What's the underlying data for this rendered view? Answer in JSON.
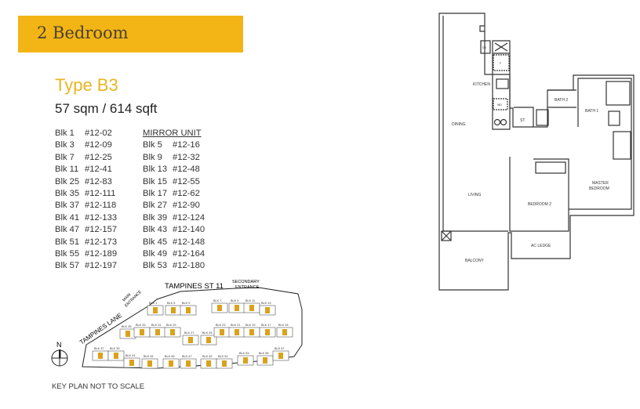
{
  "header": {
    "title": "2 Bedroom",
    "accent": "#f2b515"
  },
  "unit": {
    "type": "Type B3",
    "area": "57 sqm / 614 sqft"
  },
  "units": [
    {
      "blk": "Blk 1",
      "unit": "#12-02"
    },
    {
      "blk": "Blk 3",
      "unit": "#12-09"
    },
    {
      "blk": "Blk 7",
      "unit": "#12-25"
    },
    {
      "blk": "Blk 11",
      "unit": "#12-41"
    },
    {
      "blk": "Blk 25",
      "unit": "#12-83"
    },
    {
      "blk": "Blk 35",
      "unit": "#12-111"
    },
    {
      "blk": "Blk 37",
      "unit": "#12-118"
    },
    {
      "blk": "Blk 41",
      "unit": "#12-133"
    },
    {
      "blk": "Blk 47",
      "unit": "#12-157"
    },
    {
      "blk": "Blk 51",
      "unit": "#12-173"
    },
    {
      "blk": "Blk 55",
      "unit": "#12-189"
    },
    {
      "blk": "Blk 57",
      "unit": "#12-197"
    }
  ],
  "mirror": {
    "heading": "MIRROR UNIT",
    "units": [
      {
        "blk": "Blk 5",
        "unit": "#12-16"
      },
      {
        "blk": "Blk 9",
        "unit": "#12-32"
      },
      {
        "blk": "Blk 13",
        "unit": "#12-48"
      },
      {
        "blk": "Blk 15",
        "unit": "#12-55"
      },
      {
        "blk": "Blk 17",
        "unit": "#12-62"
      },
      {
        "blk": "Blk 27",
        "unit": "#12-90"
      },
      {
        "blk": "Blk 39",
        "unit": "#12-124"
      },
      {
        "blk": "Blk 43",
        "unit": "#12-140"
      },
      {
        "blk": "Blk 45",
        "unit": "#12-148"
      },
      {
        "blk": "Blk 49",
        "unit": "#12-164"
      },
      {
        "blk": "Blk 53",
        "unit": "#12-180"
      }
    ]
  },
  "keyplan": {
    "road_top": "TAMPINES ST 11",
    "road_left": "TAMPINES LANE",
    "main_entrance": [
      "MAIN",
      "ENTRANCE"
    ],
    "secondary_entrance": [
      "SECONDARY",
      "ENTRANCE"
    ],
    "north": "N",
    "note": "KEY PLAN NOT TO SCALE",
    "blocks": [
      "BLK 1",
      "BLK 5",
      "BLK 9",
      "BLK 7",
      "BLK 9",
      "BLK 11",
      "BLK 13",
      "BLK 35",
      "BLK 33",
      "BLK 31",
      "BLK 29",
      "BLK 27",
      "BLK 25",
      "BLK 23",
      "BLK 21",
      "BLK 19",
      "BLK 17",
      "BLK 15",
      "BLK 37",
      "BLK 39",
      "BLK 41",
      "BLK 43",
      "BLK 45",
      "BLK 47",
      "BLK 49",
      "BLK 51",
      "BLK 53",
      "BLK 55",
      "BLK 57"
    ]
  },
  "floorplan": {
    "rooms": {
      "kitchen": "KITCHEN",
      "dining": "DINING",
      "living": "LIVING",
      "bedroom2": "BEDROOM 2",
      "master": [
        "MASTER",
        "BEDROOM"
      ],
      "bath1": "BATH 1",
      "bath2": "BATH 2",
      "st": "ST",
      "acledge": "AC LEDGE",
      "balcony": "BALCONY",
      "db": "DB",
      "f": "F",
      "wd": "WD"
    }
  }
}
